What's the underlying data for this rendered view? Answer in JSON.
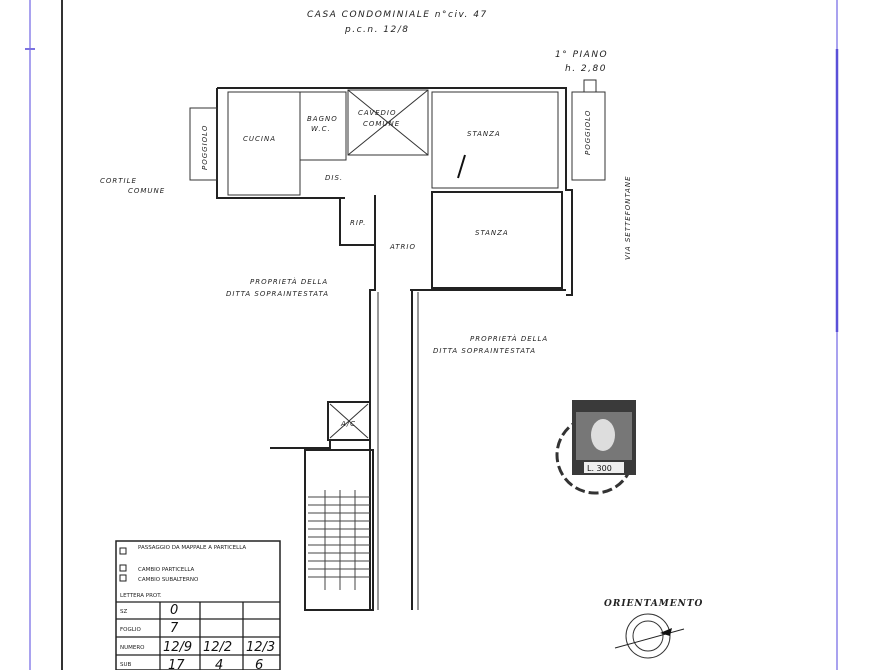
{
  "header": {
    "title": "CASA CONDOMINIALE n°civ. 47",
    "subtitle": "p.c.n. 12/8",
    "floor": "1° PIANO",
    "height": "h. 2,80"
  },
  "rooms": {
    "cucina": "CUCINA",
    "bagno": "BAGNO",
    "wc": "W.C.",
    "cavedio": "CAVEDIO",
    "cavedio2": "COMUNE",
    "stanza1": "STANZA",
    "stanza2": "STANZA",
    "dis": "DIS.",
    "rip": "RIP.",
    "atrio": "ATRIO",
    "ac": "A/C",
    "poggiolo_left": "POGGIOLO",
    "poggiolo_right": "POGGIOLO"
  },
  "labels": {
    "cortile1": "CORTILE",
    "cortile2": "COMUNE",
    "prop_left1": "PROPRIETÀ DELLA",
    "prop_left2": "DITTA SOPRAINTESTATA",
    "prop_right1": "PROPRIETÀ DELLA",
    "prop_right2": "DITTA SOPRAINTESTATA",
    "via": "VIA SETTEFONTANE"
  },
  "legend": {
    "items": [
      "PASSAGGIO DA MAPPALE A PARTICELLA",
      "CAMBIO PARTICELLA",
      "CAMBIO SUBALTERNO"
    ],
    "note": "LETTERA PROT.",
    "rows": [
      {
        "label": "SZ",
        "values": [
          "0",
          "",
          ""
        ]
      },
      {
        "label": "FOGLIO",
        "values": [
          "7",
          "",
          ""
        ]
      },
      {
        "label": "NUMERO",
        "values": [
          "12/9",
          "12/2",
          "12/3"
        ]
      },
      {
        "label": "SUB",
        "values": [
          "17",
          "4",
          "6"
        ]
      }
    ]
  },
  "stamp": {
    "value": "L. 300"
  },
  "orientation": {
    "label": "ORIENTAMENTO"
  },
  "colors": {
    "margin_line": "#7b72e0",
    "ink": "#222222"
  }
}
